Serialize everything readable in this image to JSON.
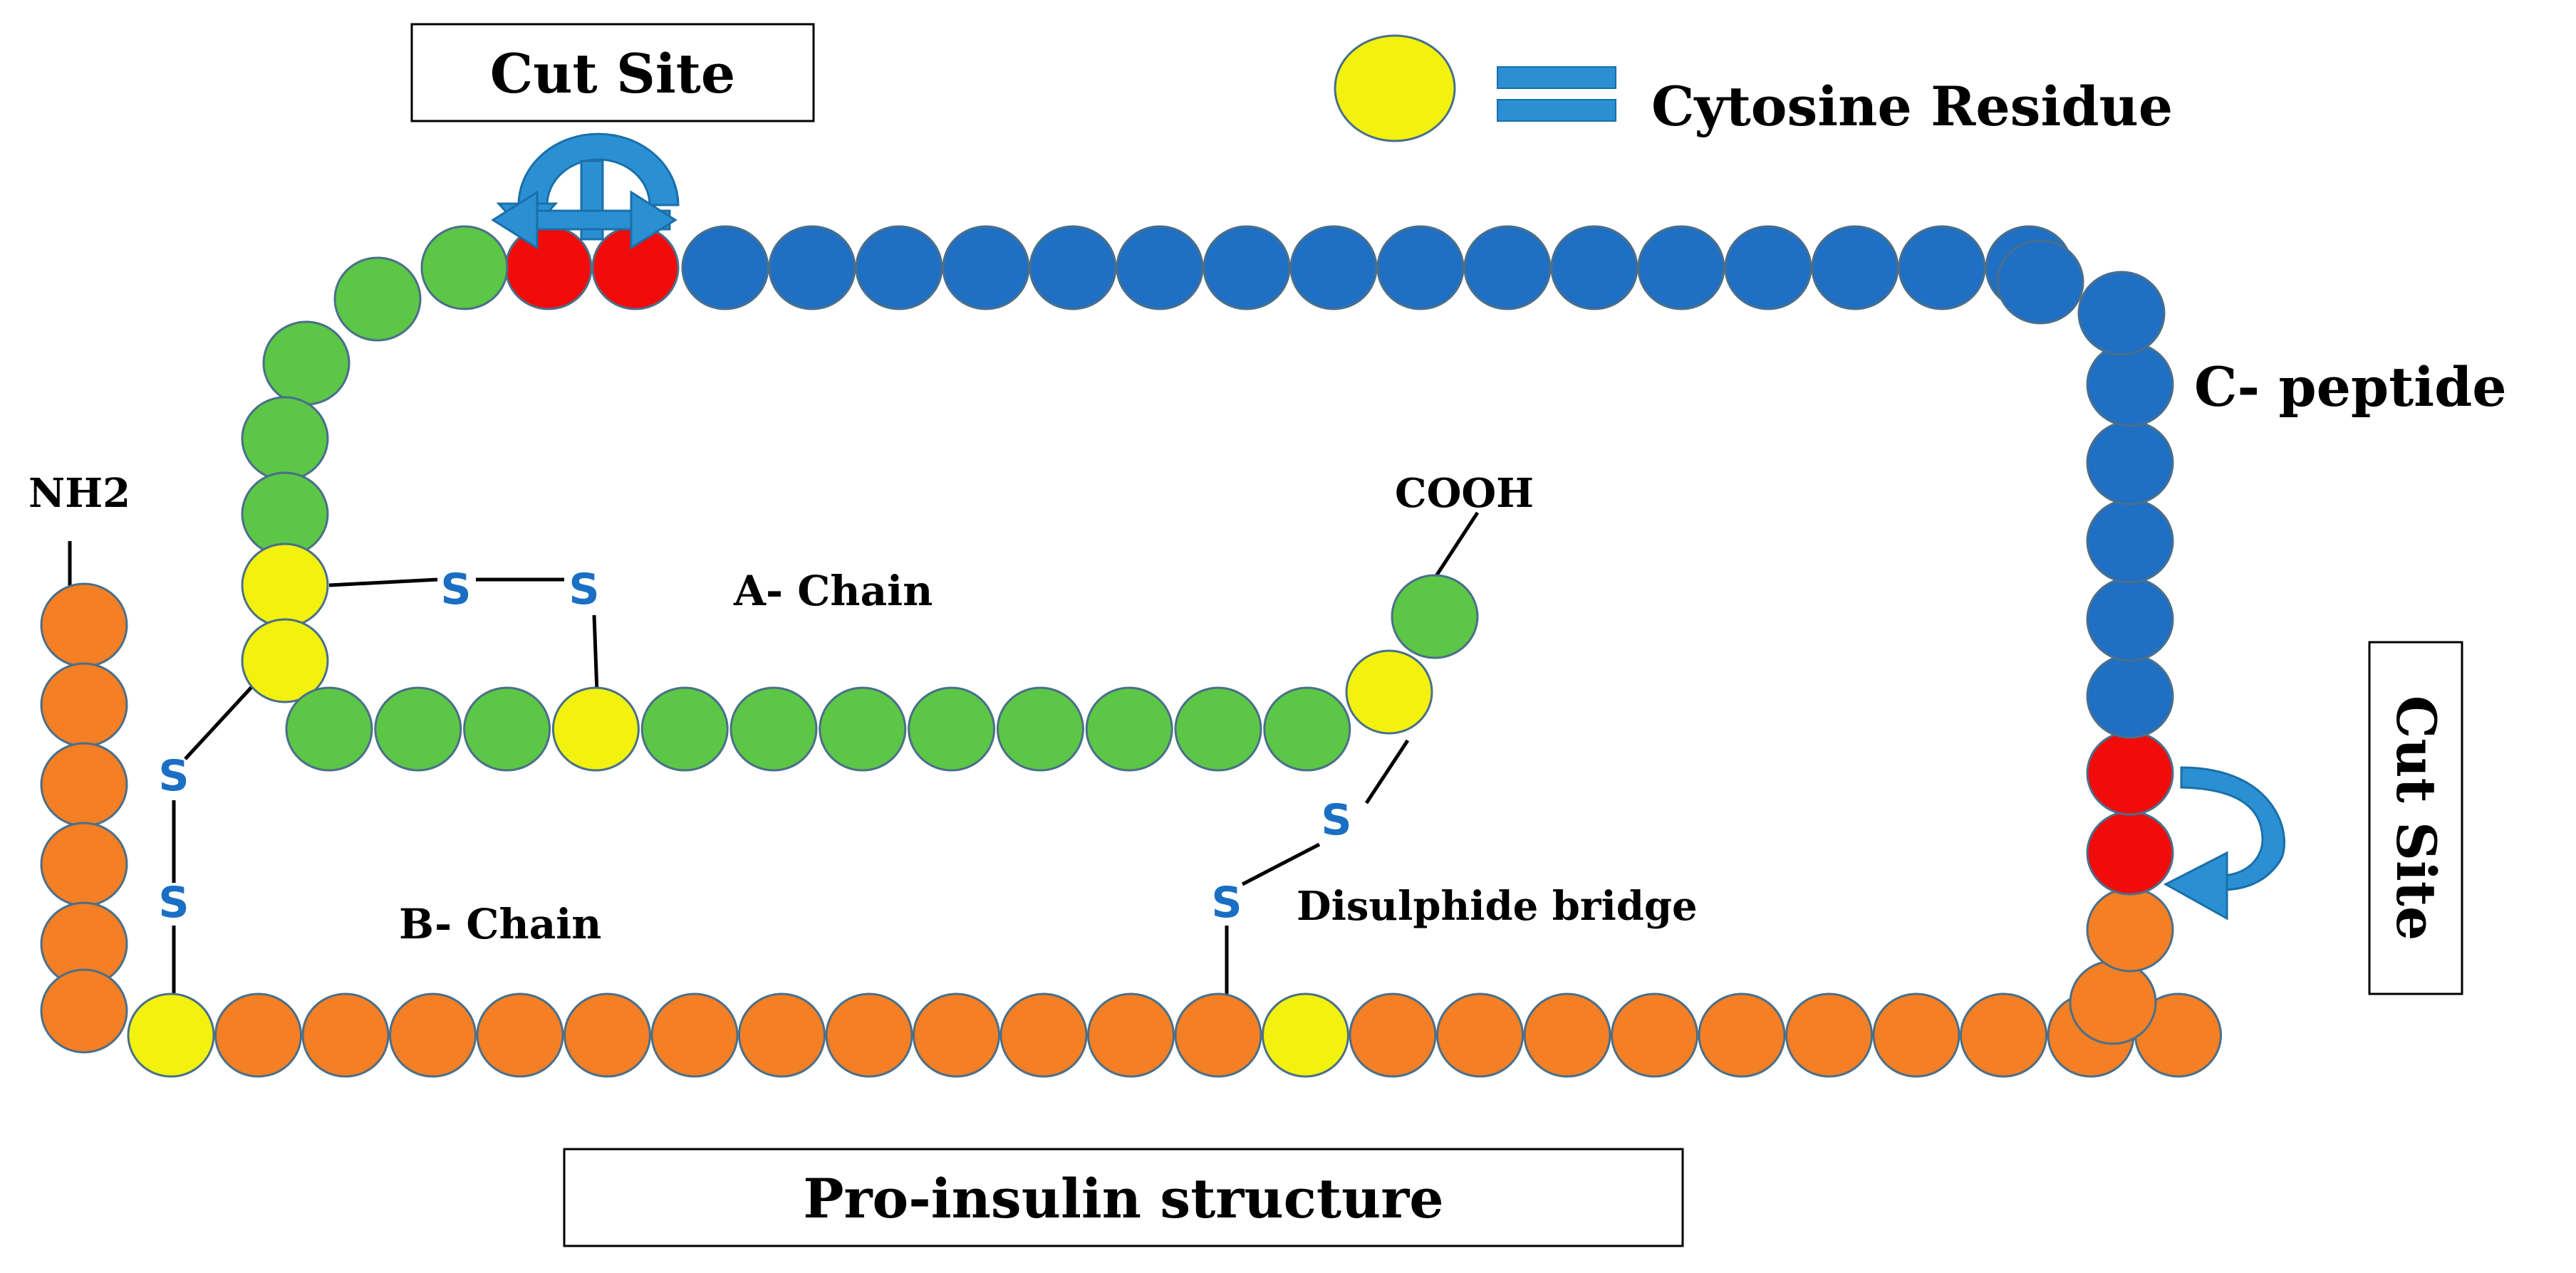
{
  "title": "Pro-insulin structure",
  "labels": {
    "legend_text": "Cytosine Residue",
    "cut_site_top": "Cut Site",
    "cut_site_right": "Cut Site",
    "c_peptide": "C- peptide",
    "a_chain": "A- Chain",
    "b_chain": "B- Chain",
    "nh2": "NH2",
    "cooh": "COOH",
    "disulphide": "Disulphide bridge",
    "sulfur": "S"
  },
  "colors": {
    "b_chain": "#f47f24",
    "a_chain": "#5cc646",
    "c_peptide": "#1f6fc4",
    "cut_site": "#f20b0b",
    "cysteine": "#f2f20e",
    "arrow": "#2b8fd4",
    "outline": "#4a6f8a"
  }
}
